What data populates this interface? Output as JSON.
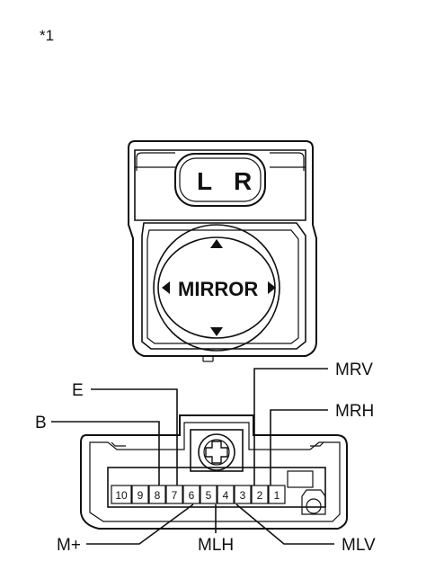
{
  "figure_note": "*1",
  "switch": {
    "left_key": "L",
    "right_key": "R",
    "center_label": "MIRROR"
  },
  "connector": {
    "pins": [
      "10",
      "9",
      "8",
      "7",
      "6",
      "5",
      "4",
      "3",
      "2",
      "1"
    ],
    "callouts": {
      "mrv": "MRV",
      "mrh": "MRH",
      "e": "E",
      "b": "B",
      "m_plus": "M+",
      "mlh": "MLH",
      "mlv": "MLV"
    }
  }
}
